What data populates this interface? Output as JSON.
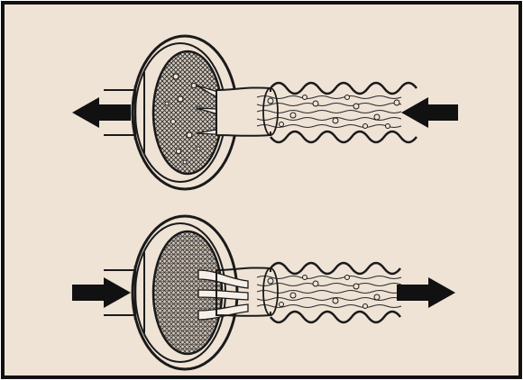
{
  "colors": {
    "background": "#efe3d6",
    "frame": "#111111",
    "ink": "#1a1a1a",
    "arrow": "#111111"
  },
  "panels": [
    {
      "id": "top",
      "flow": "outward",
      "left_arrow": "arrow-left-icon",
      "right_arrow": "arrow-left-icon"
    },
    {
      "id": "bottom",
      "flow": "inward",
      "left_arrow": "arrow-right-icon",
      "right_arrow": "arrow-right-icon"
    }
  ]
}
